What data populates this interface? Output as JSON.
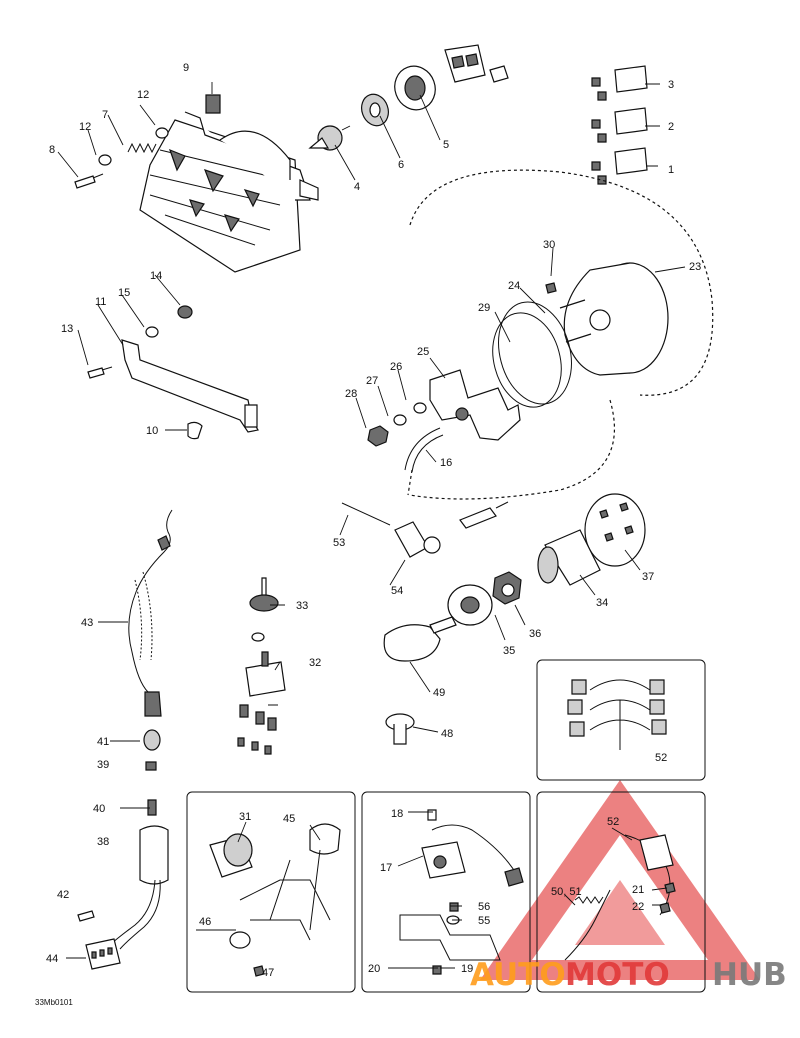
{
  "diagram": {
    "drawing_code": "33Mb0101",
    "watermark": {
      "part1": "AUTO",
      "part2": "MOTO",
      "part3": "HUB",
      "colors": {
        "triangle": "#e23a3a",
        "auto": "#ff9d1c",
        "moto": "#e23a3a",
        "hub": "#7a7a7a"
      }
    },
    "labels": [
      "1",
      "2",
      "3",
      "4",
      "5",
      "6",
      "7",
      "8",
      "9",
      "10",
      "11",
      "12",
      "12",
      "13",
      "14",
      "15",
      "16",
      "17",
      "18",
      "19",
      "20",
      "21",
      "22",
      "23",
      "24",
      "25",
      "26",
      "27",
      "28",
      "29",
      "30",
      "31",
      "32",
      "33",
      "34",
      "35",
      "36",
      "37",
      "38",
      "39",
      "40",
      "41",
      "42",
      "43",
      "44",
      "45",
      "46",
      "47",
      "48",
      "49",
      "50, 51",
      "52",
      "52",
      "53",
      "54",
      "55",
      "56"
    ]
  }
}
